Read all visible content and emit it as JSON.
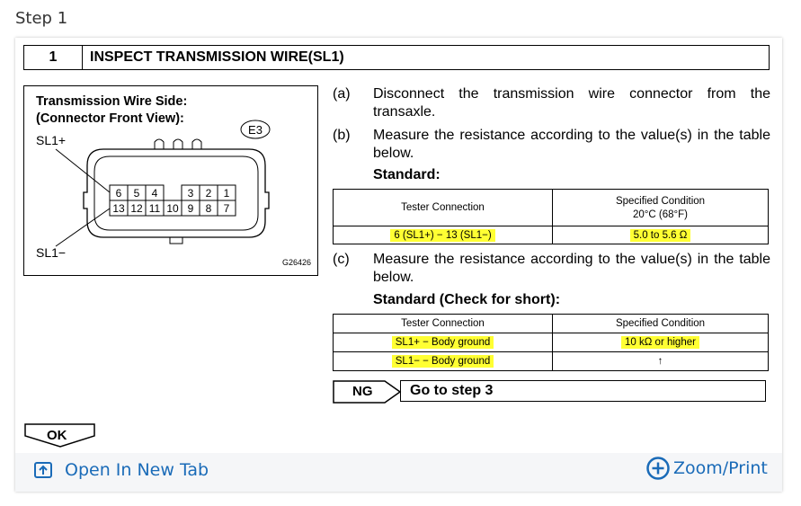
{
  "step_label": "Step 1",
  "header": {
    "number": "1",
    "title": "INSPECT TRANSMISSION WIRE(SL1)"
  },
  "figure": {
    "title_line1": "Transmission Wire Side:",
    "title_line2": "(Connector Front View):",
    "badge": "E3",
    "label_top": "SL1+",
    "label_bottom": "SL1−",
    "code": "G26426",
    "pins_top": [
      "6",
      "5",
      "4",
      "",
      "3",
      "2",
      "1"
    ],
    "pins_bottom": [
      "13",
      "12",
      "11",
      "10",
      "9",
      "8",
      "7"
    ]
  },
  "steps": [
    {
      "label": "(a)",
      "text": "Disconnect the transmission wire connector from the transaxle."
    },
    {
      "label": "(b)",
      "text": "Measure the resistance according to the value(s) in the table below."
    },
    {
      "label": "(c)",
      "text": "Measure the resistance according to the value(s) in the table below."
    }
  ],
  "standard1": {
    "label": "Standard:",
    "header_conn": "Tester Connection",
    "header_cond_line1": "Specified Condition",
    "header_cond_line2": "20°C (68°F)",
    "row_conn": "6 (SL1+) − 13 (SL1−)",
    "row_cond": "5.0 to 5.6 Ω"
  },
  "standard2": {
    "label": "Standard (Check for short):",
    "header_conn": "Tester Connection",
    "header_cond": "Specified Condition",
    "row1_conn": "SL1+ − Body ground",
    "row1_cond": "10 kΩ or higher",
    "row2_conn": "SL1− − Body ground",
    "row2_cond": "↑"
  },
  "ng": {
    "label": "NG",
    "text": "Go to step 3"
  },
  "ok": {
    "label": "OK"
  },
  "footer": {
    "open_tab": "Open In New Tab",
    "zoom": "Zoom/Print"
  },
  "colors": {
    "highlight": "#ffff33",
    "link": "#1a6bb8"
  },
  "icons": {
    "open_tab": "open-new-tab-icon",
    "zoom": "plus-circle-icon"
  }
}
